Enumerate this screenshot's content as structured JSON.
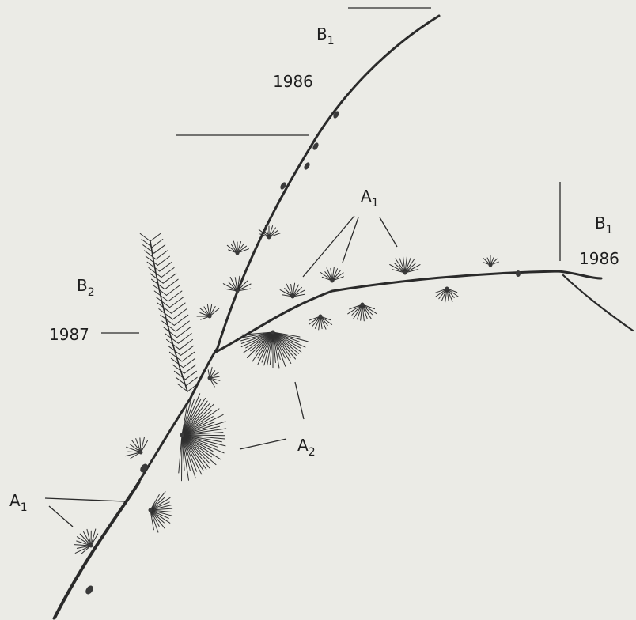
{
  "labels": {
    "b1_top": {
      "base": "B",
      "sub": "1"
    },
    "year_top": "1986",
    "b1_right": {
      "base": "B",
      "sub": "1"
    },
    "year_right": "1986",
    "b2": {
      "base": "B",
      "sub": "2"
    },
    "year_b2": "1987",
    "a1_top": {
      "base": "A",
      "sub": "1"
    },
    "a2": {
      "base": "A",
      "sub": "2"
    },
    "a1_bottom": {
      "base": "A",
      "sub": "1"
    }
  },
  "colors": {
    "background": "#ebebe6",
    "ink": "#2a2a2a"
  }
}
